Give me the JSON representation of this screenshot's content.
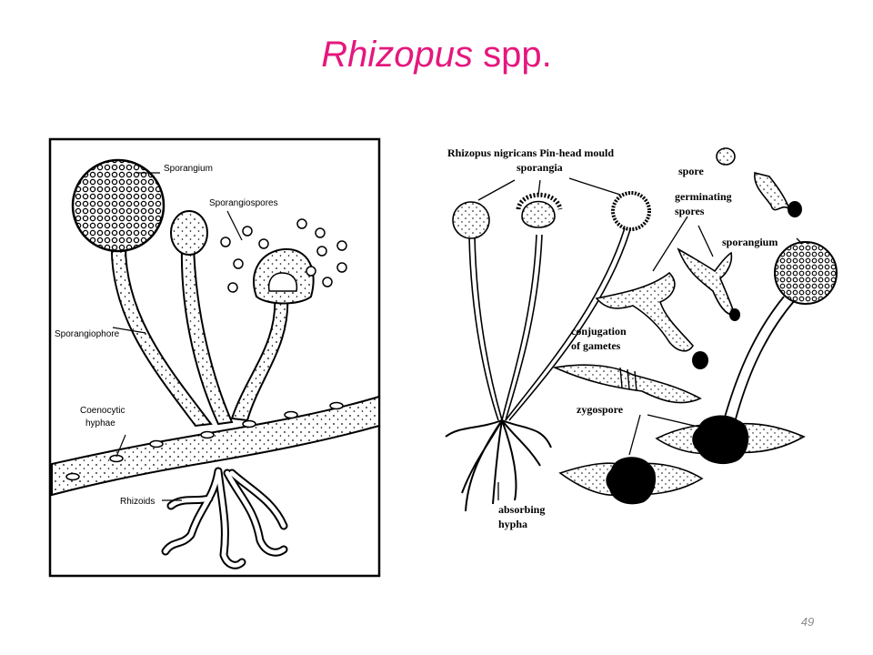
{
  "title": {
    "genus": "Rhizopus",
    "rest": " spp."
  },
  "slide_number": "49",
  "colors": {
    "title": "#e5177e",
    "ink": "#000000",
    "page_number": "#8a8a8a"
  },
  "figure_left": {
    "labels": {
      "sporangium": "Sporangium",
      "sporangiospores": "Sporangiospores",
      "sporangiophore": "Sporangiophore",
      "coenocytic_1": "Coenocytic",
      "coenocytic_2": "hyphae",
      "rhizoids": "Rhizoids"
    }
  },
  "figure_right": {
    "labels": {
      "heading": "Rhizopus nigricans Pin-head mould",
      "sporangia": "sporangia",
      "spore": "spore",
      "germinating_1": "germinating",
      "germinating_2": "spores",
      "sporangium": "sporangium",
      "conjugation_1": "conjugation",
      "conjugation_2": "of gametes",
      "zygospore": "zygospore",
      "absorbing_1": "absorbing",
      "absorbing_2": "hypha"
    }
  }
}
